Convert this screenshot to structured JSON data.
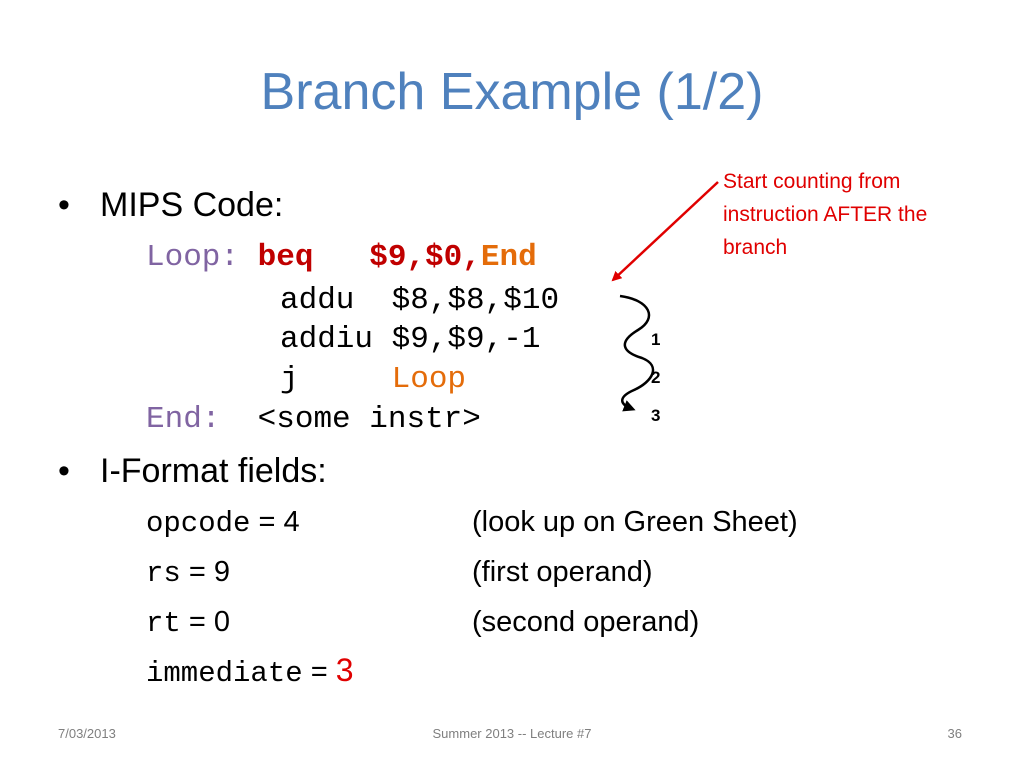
{
  "title": "Branch Example (1/2)",
  "bullet_mips": "MIPS Code:",
  "code": {
    "line1": {
      "label": "Loop: ",
      "op": "beq",
      "pad": "   ",
      "args": "$9,$0,",
      "target": "End"
    },
    "line2": {
      "op": "addu",
      "pad": "  ",
      "args": "$8,$8,$10"
    },
    "line3": {
      "op": "addiu",
      "pad": " ",
      "args": "$9,$9,-1"
    },
    "line4": {
      "op": "j",
      "pad": "     ",
      "target": "Loop"
    },
    "line5": {
      "label": "End:",
      "pad": "  ",
      "text": "<some instr>"
    }
  },
  "annotation": "Start counting from instruction AFTER the branch",
  "counts": [
    "1",
    "2",
    "3"
  ],
  "bullet_iformat": "I-Format fields:",
  "fields": [
    {
      "name": "opcode",
      "eq": " = ",
      "value": "4",
      "note": "(look up on Green Sheet)"
    },
    {
      "name": "rs",
      "eq": " = ",
      "value": "9",
      "note": "(first operand)"
    },
    {
      "name": "rt",
      "eq": " = ",
      "value": "0",
      "note": "(second operand)"
    },
    {
      "name": "immediate",
      "eq": " = ",
      "value": "3",
      "note": ""
    }
  ],
  "footer": {
    "date": "7/03/2013",
    "course": "Summer 2013 -- Lecture #7",
    "page": "36"
  },
  "colors": {
    "title": "#4f81bd",
    "label": "#8064a2",
    "keyword": "#c00000",
    "reference": "#e46c0a",
    "annotation": "#e00000"
  }
}
